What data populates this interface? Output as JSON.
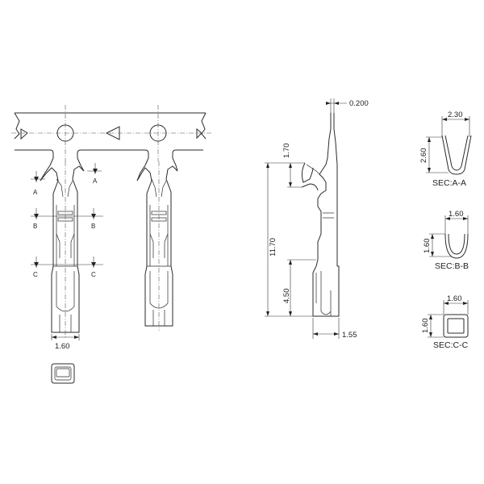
{
  "dimensions": {
    "width_pitch": "1.60",
    "material_thickness": "0.200",
    "overall_length": "11.70",
    "spring_height": "1.70",
    "crimp_length": "4.50",
    "side_height": "1.55"
  },
  "section_markers": [
    "A",
    "A",
    "B",
    "B",
    "C",
    "C"
  ],
  "sections": {
    "a": {
      "width": "2.30",
      "height": "2.60",
      "label": "SEC:A-A"
    },
    "b": {
      "width": "1.60",
      "height": "1.60",
      "label": "SEC:B-B"
    },
    "c": {
      "width": "1.60",
      "height": "1.60",
      "label": "SEC:C-C"
    }
  }
}
